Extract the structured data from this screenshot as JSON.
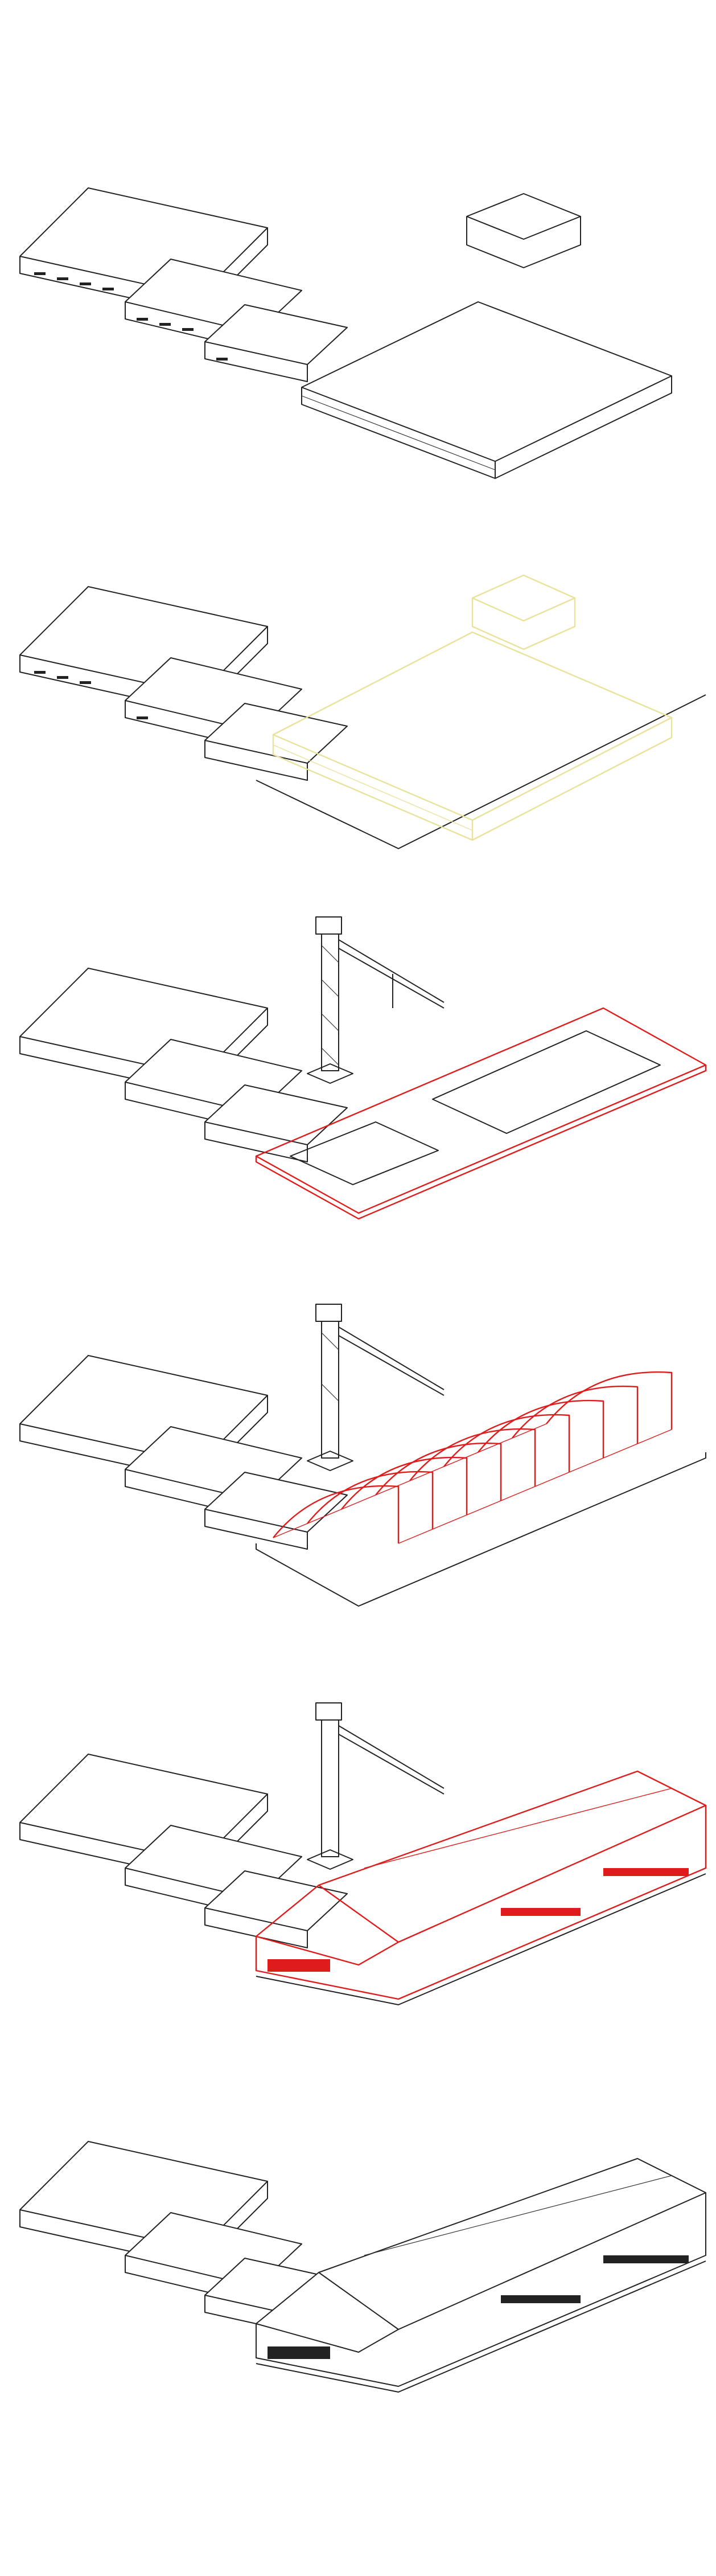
{
  "colors": {
    "line": "#222222",
    "demolition_highlight": "#e8e29a",
    "new_work_highlight": "#e01b1b",
    "background": "#ffffff"
  },
  "stages": [
    {
      "id": "existing",
      "highlight": "none",
      "crane": false
    },
    {
      "id": "demolition",
      "highlight": "yellow",
      "crane": false
    },
    {
      "id": "foundation",
      "highlight": "red",
      "crane": true
    },
    {
      "id": "frame",
      "highlight": "red",
      "crane": true
    },
    {
      "id": "envelope",
      "highlight": "red",
      "crane": true
    },
    {
      "id": "completed",
      "highlight": "none",
      "crane": false
    }
  ]
}
